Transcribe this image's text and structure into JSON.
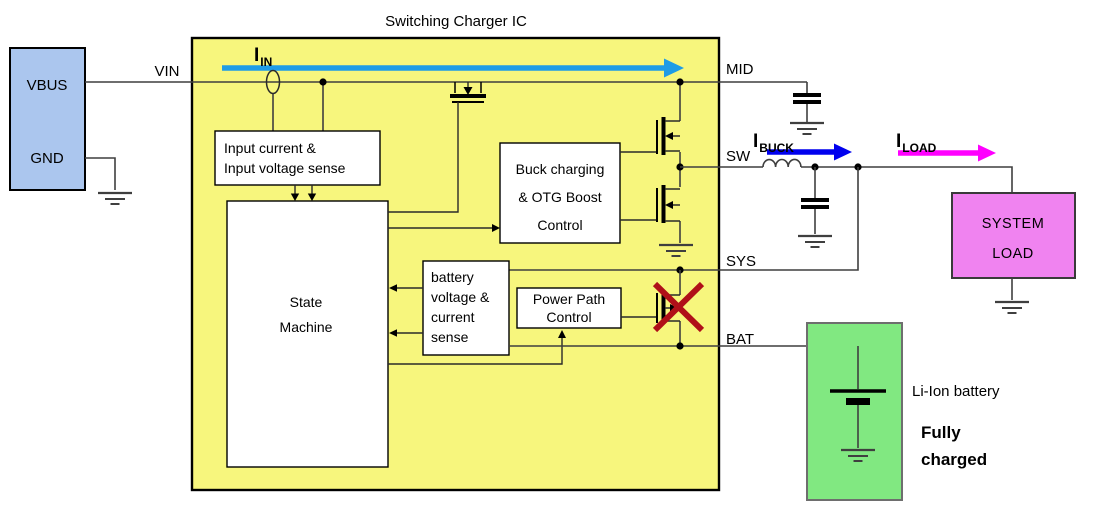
{
  "title": "Switching Charger IC",
  "colors": {
    "ic_fill": "#F7F67D",
    "vbus_fill": "#ABC6EE",
    "load_fill": "#F083F0",
    "battery_fill": "#81E881",
    "iin_blue": "#1E9CE6",
    "ibuck_blue": "#0000EE",
    "iload_magenta": "#FF00FF",
    "x_red": "#B01018",
    "status_green": "#00A44F"
  },
  "source": {
    "vbus_label": "VBUS",
    "gnd_label": "GND"
  },
  "pins": {
    "vin": "VIN",
    "mid": "MID",
    "sw": "SW",
    "sys": "SYS",
    "bat": "BAT"
  },
  "blocks": {
    "input_sense": {
      "lines": [
        "Input current &",
        "Input voltage sense"
      ]
    },
    "state_machine": {
      "lines": [
        "State",
        "Machine"
      ]
    },
    "buck_control": {
      "lines": [
        "Buck charging",
        "& OTG Boost",
        "Control"
      ]
    },
    "battery_sense": {
      "lines": [
        "battery",
        "voltage &",
        "current",
        "sense"
      ]
    },
    "power_path": {
      "lines": [
        "Power Path",
        "Control"
      ]
    }
  },
  "currents": {
    "iin": {
      "symbol": "I",
      "sub": "IN"
    },
    "ibuck": {
      "symbol": "I",
      "sub": "BUCK"
    },
    "iload": {
      "symbol": "I",
      "sub": "LOAD"
    }
  },
  "load": {
    "lines": [
      "SYSTEM",
      "LOAD"
    ]
  },
  "battery": {
    "label": "Li-Ion battery",
    "status_lines": [
      "Fully",
      "charged"
    ]
  }
}
